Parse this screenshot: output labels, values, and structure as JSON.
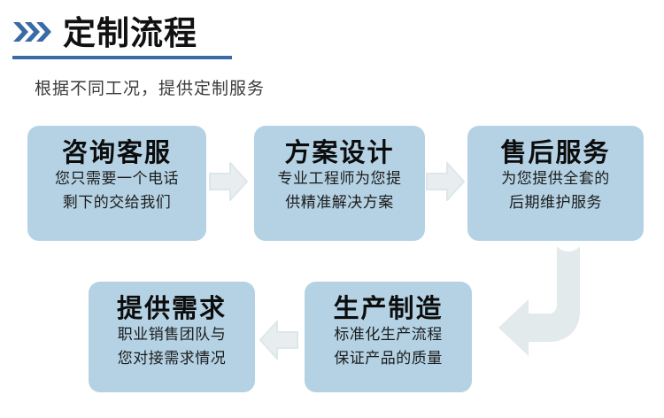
{
  "header": {
    "title": "定制流程",
    "subtitle": "根据不同工况，提供定制服务",
    "chevron_icon": "triple-chevron-right-icon",
    "accent_color": "#3b6ba5",
    "underline_color": "#3b6ba5"
  },
  "theme": {
    "box_fill": "#b4d2e4",
    "arrow_fill": "#e3eaec",
    "heading_color": "#0d0d0d",
    "body_color": "#1c1c1c",
    "page_background": "#ffffff"
  },
  "flow": {
    "steps": [
      {
        "id": "consult",
        "heading": "咨询客服",
        "desc_line1": "您只需要一个电话",
        "desc_line2": "剩下的交给我们"
      },
      {
        "id": "design",
        "heading": "方案设计",
        "desc_line1": "专业工程师为您提",
        "desc_line2": "供精准解决方案"
      },
      {
        "id": "aftersales",
        "heading": "售后服务",
        "desc_line1": "为您提供全套的",
        "desc_line2": "后期维护服务"
      },
      {
        "id": "demand",
        "heading": "提供需求",
        "desc_line1": "职业销售团队与",
        "desc_line2": "您对接需求情况"
      },
      {
        "id": "produce",
        "heading": "生产制造",
        "desc_line1": "标准化生产流程",
        "desc_line2": "保证产品的质量"
      }
    ],
    "connectors": [
      {
        "id": "consult-to-design",
        "icon": "arrow-right-icon"
      },
      {
        "id": "design-to-aftersales",
        "icon": "arrow-right-icon"
      },
      {
        "id": "aftersales-to-produce",
        "icon": "arrow-down-then-left-icon"
      },
      {
        "id": "produce-to-demand",
        "icon": "arrow-left-icon"
      }
    ]
  }
}
